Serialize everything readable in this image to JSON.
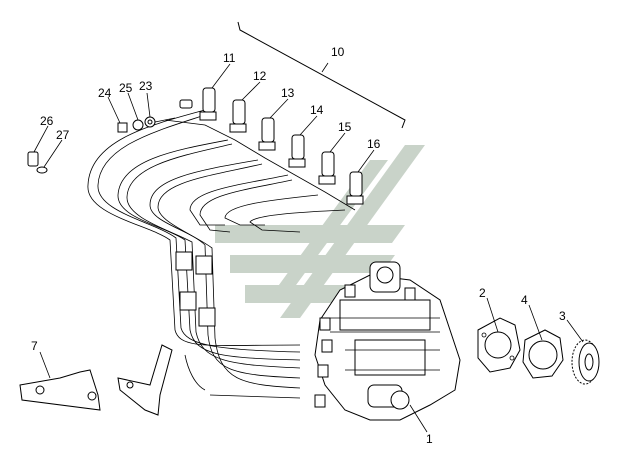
{
  "diagram": {
    "watermark_color": "#c9d3c9",
    "callouts": [
      {
        "id": "c10",
        "text": "10"
      },
      {
        "id": "c11",
        "text": "11"
      },
      {
        "id": "c12",
        "text": "12"
      },
      {
        "id": "c13",
        "text": "13"
      },
      {
        "id": "c14",
        "text": "14"
      },
      {
        "id": "c15",
        "text": "15"
      },
      {
        "id": "c16",
        "text": "16"
      },
      {
        "id": "c23",
        "text": "23"
      },
      {
        "id": "c24",
        "text": "24"
      },
      {
        "id": "c25",
        "text": "25"
      },
      {
        "id": "c26",
        "text": "26"
      },
      {
        "id": "c27",
        "text": "27"
      },
      {
        "id": "c7",
        "text": "7"
      },
      {
        "id": "c2",
        "text": "2"
      },
      {
        "id": "c4",
        "text": "4"
      },
      {
        "id": "c3",
        "text": "3"
      },
      {
        "id": "c1",
        "text": "1"
      }
    ]
  }
}
